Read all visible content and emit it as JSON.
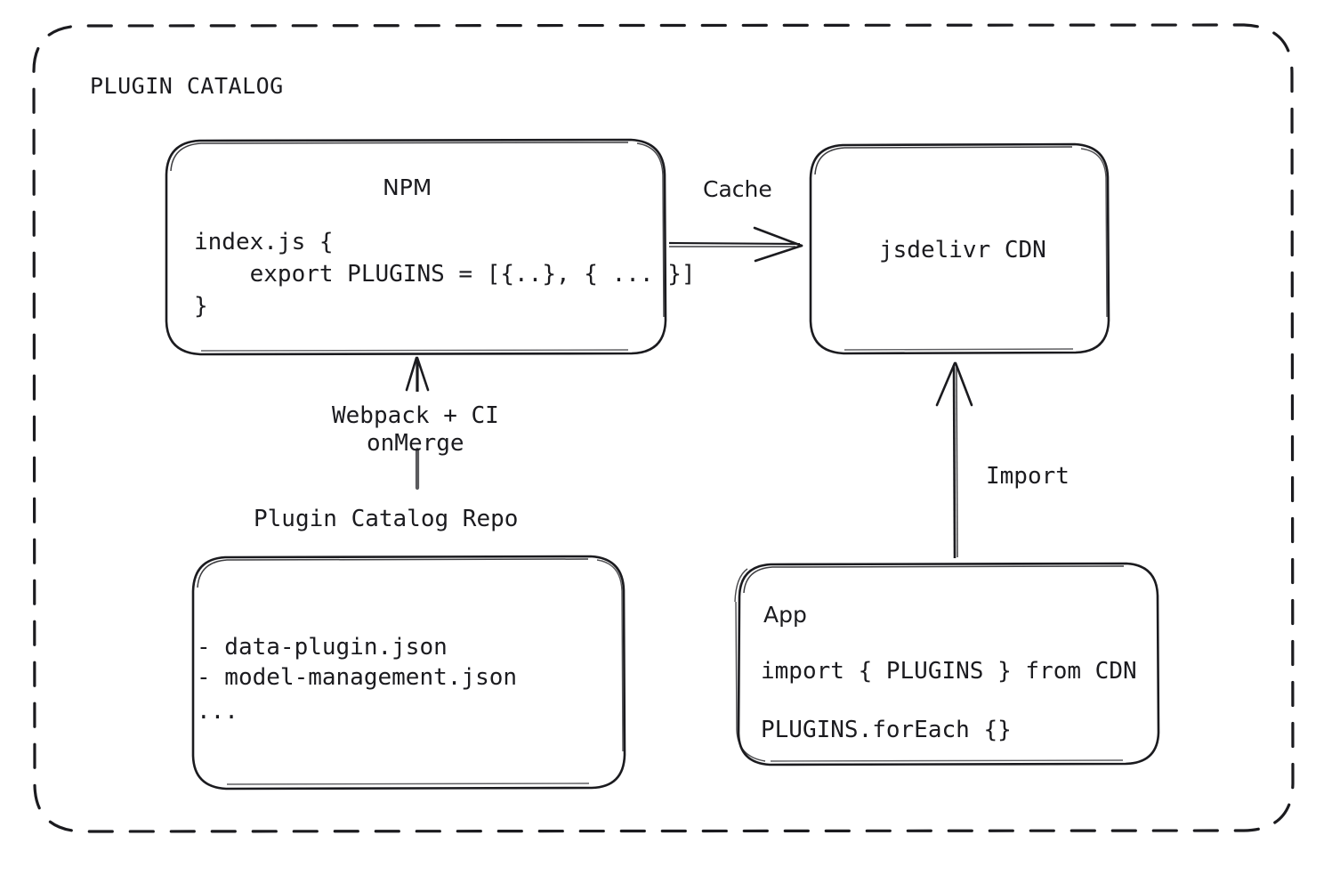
{
  "diagram": {
    "type": "architecture-flow",
    "group": {
      "title": "PLUGIN CATALOG",
      "border_style": "dashed",
      "stroke_color": "#1b1b1f"
    },
    "nodes": {
      "npm": {
        "title": "NPM",
        "code_lines": [
          "index.js {",
          "    export PLUGINS = [{..}, { ... }]",
          "}"
        ]
      },
      "cdn": {
        "title": "jsdelivr CDN"
      },
      "repo": {
        "caption": "Plugin Catalog Repo",
        "file_lines": [
          "- data-plugin.json",
          "- model-management.json",
          "..."
        ]
      },
      "app": {
        "title": "App",
        "code_lines": [
          "import { PLUGINS } from CDN",
          "PLUGINS.forEach {}"
        ]
      }
    },
    "edges": [
      {
        "id": "npm-to-cdn",
        "label": "Cache",
        "from": "npm",
        "to": "cdn",
        "direction": "right"
      },
      {
        "id": "repo-to-npm",
        "label": "Webpack + CI\nonMerge",
        "label_line_1": "Webpack + CI",
        "label_line_2": "onMerge",
        "from": "repo",
        "to": "npm",
        "direction": "up"
      },
      {
        "id": "app-to-cdn",
        "label": "Import",
        "from": "app",
        "to": "cdn",
        "direction": "up"
      }
    ],
    "colors": {
      "stroke": "#1b1b1f",
      "text": "#1b1b1f",
      "background": "#ffffff"
    }
  }
}
